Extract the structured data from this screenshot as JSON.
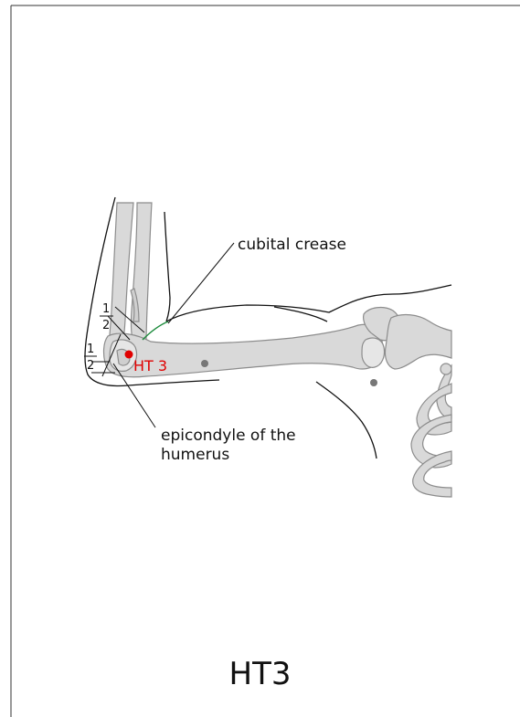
{
  "diagram": {
    "labels": {
      "cubital_crease": "cubital crease",
      "epicondyle_line1": "epicondyle of the",
      "epicondyle_line2": "humerus",
      "point_label": "HT 3",
      "frac_top_num": "1",
      "frac_top_den": "2",
      "frac_left_num": "1",
      "frac_left_den": "2"
    },
    "colors": {
      "outline": "#111111",
      "bone_fill": "#d9d9d9",
      "bone_stroke": "#8c8c8c",
      "point": "#e00000",
      "crease_line": "#1a8a3a",
      "marker": "#777777"
    }
  },
  "footer": {
    "title": "HT3"
  }
}
